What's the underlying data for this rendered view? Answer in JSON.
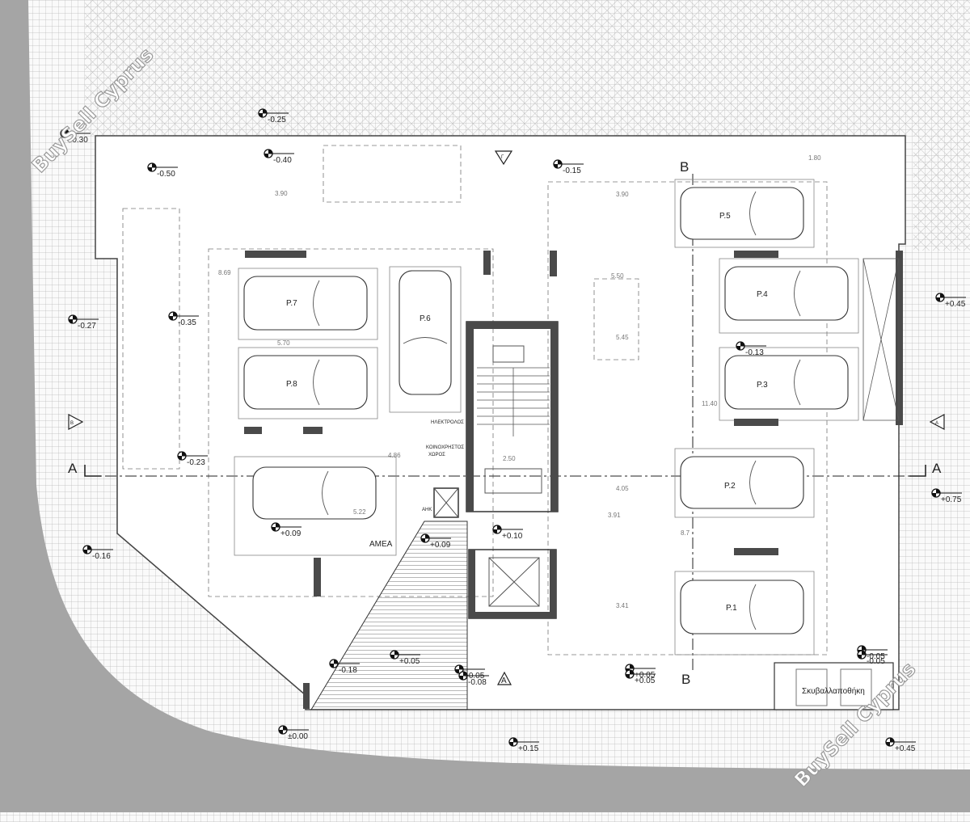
{
  "watermark": [
    "BuySell Cyprus",
    "BuySell Cyprus"
  ],
  "parking_slots": [
    "P.1",
    "P.2",
    "P.3",
    "P.4",
    "P.5",
    "P.6",
    "P.7",
    "P.8"
  ],
  "accessible_label": "ΑΜΕΑ",
  "rooms": {
    "electrical": "ΗΛΕΚΤΡΟΛΟΣ",
    "common_line1": "ΚΟΙΝΟΧΡΗΣΤΟΣ",
    "common_line2": "ΧΩΡΟΣ",
    "ahk": "ΑΗΚ",
    "bins": "Σκυβαλλαποθήκη"
  },
  "section_labels": {
    "a_left": "A",
    "a_right": "A",
    "b_top": "B",
    "b_bottom": "B",
    "entrance_a": "A",
    "side_b": "B",
    "side_a": "A",
    "top_g": "Γ"
  },
  "levels": [
    "-0.25",
    "-0.30",
    "-0.40",
    "-0.50",
    "-0.15",
    "-0.27",
    "-0.35",
    "-0.23",
    "-0.16",
    "+0.09",
    "+0.09",
    "+0.10",
    "+0.05",
    "-0.13",
    "+0.45",
    "+0.75",
    "+0.05",
    "-0.18",
    "+0.05",
    "-0.08",
    "+0.05",
    "-0.05",
    "-0.05",
    "±0.00",
    "+0.15",
    "+0.45"
  ],
  "dimensions": [
    "1.80",
    "3.90",
    "3.90",
    "8.69",
    "5.50",
    "5.70",
    "5.45",
    "11.40",
    "4.86",
    "2.50",
    "4.05",
    "3.91",
    "8.7",
    "5.22",
    "3.41"
  ],
  "colors": {
    "wall": "#4a4a4a",
    "road": "#a5a5a5",
    "hatch": "#9e9e9e",
    "line": "#555555"
  }
}
